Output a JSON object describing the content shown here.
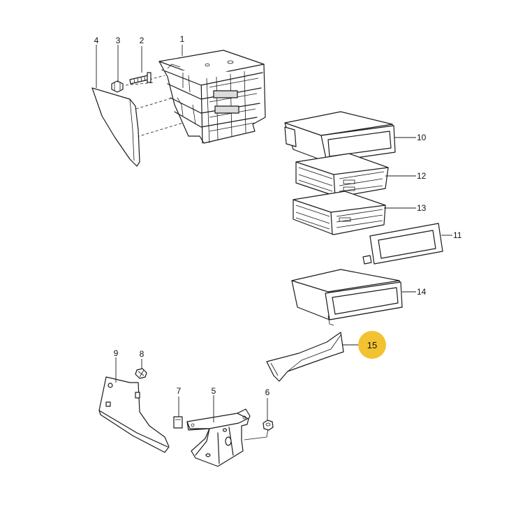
{
  "colors": {
    "highlight": "#f2c230",
    "line": "#1a1a1a"
  },
  "highlighted_part": "15",
  "callouts": [
    {
      "id": "c1",
      "label": "1"
    },
    {
      "id": "c2",
      "label": "2"
    },
    {
      "id": "c3",
      "label": "3"
    },
    {
      "id": "c4",
      "label": "4"
    },
    {
      "id": "c5",
      "label": "5"
    },
    {
      "id": "c6",
      "label": "6"
    },
    {
      "id": "c7",
      "label": "7"
    },
    {
      "id": "c8",
      "label": "8"
    },
    {
      "id": "c9",
      "label": "9"
    },
    {
      "id": "c10",
      "label": "10"
    },
    {
      "id": "c11",
      "label": "11"
    },
    {
      "id": "c12",
      "label": "12"
    },
    {
      "id": "c13",
      "label": "13"
    },
    {
      "id": "c14",
      "label": "14"
    },
    {
      "id": "c15",
      "label": "15"
    }
  ]
}
